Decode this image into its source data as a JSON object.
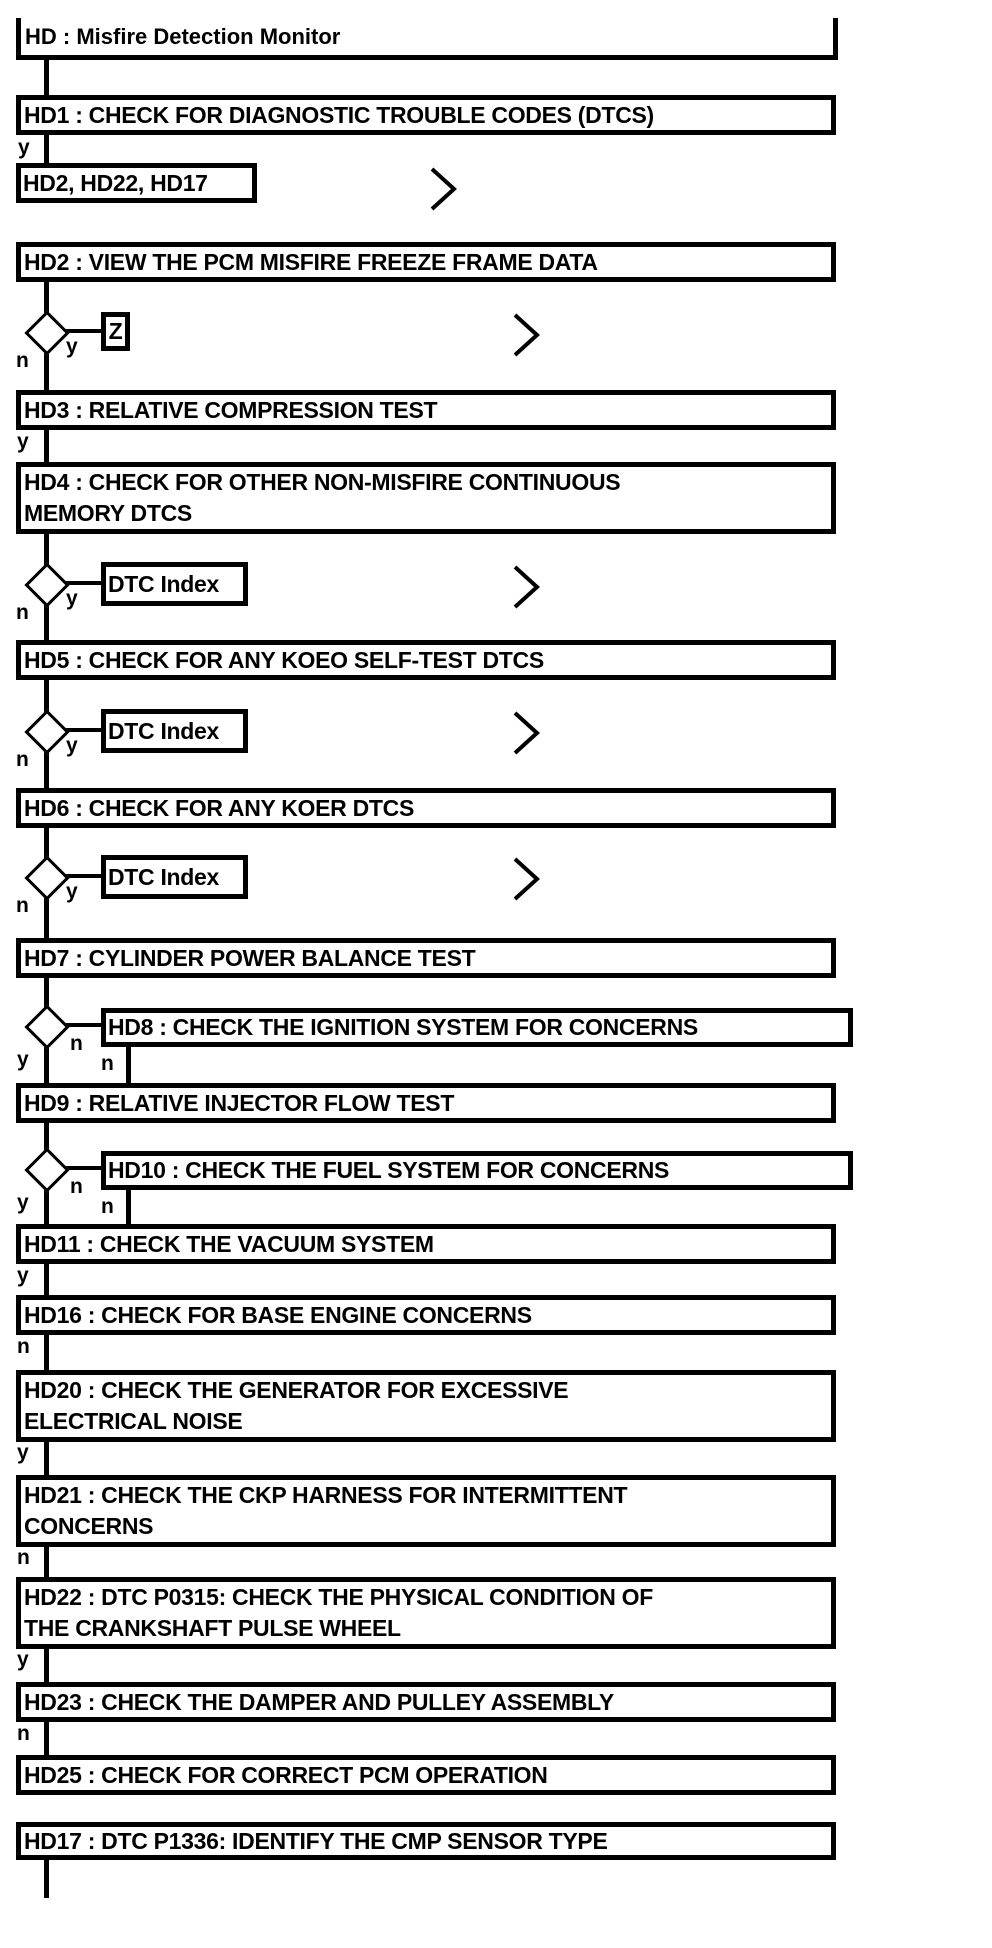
{
  "flowchart": {
    "title": "HD : Misfire Detection Monitor",
    "labels": {
      "yes": "y",
      "no": "n"
    },
    "links": {
      "jump": "HD2, HD22, HD17",
      "zoom": "Z",
      "dtc_index": "DTC Index"
    },
    "steps": {
      "hd1": "HD1 : CHECK FOR DIAGNOSTIC TROUBLE CODES (DTCS)",
      "hd2": "HD2 : VIEW THE PCM MISFIRE FREEZE FRAME DATA",
      "hd3": "HD3 : RELATIVE COMPRESSION TEST",
      "hd4": "HD4 : CHECK FOR OTHER NON-MISFIRE CONTINUOUS\nMEMORY DTCS",
      "hd5": "HD5 : CHECK FOR ANY KOEO SELF-TEST DTCS",
      "hd6": "HD6 : CHECK FOR ANY KOER DTCS",
      "hd7": "HD7 : CYLINDER POWER BALANCE TEST",
      "hd8": "HD8 : CHECK THE IGNITION SYSTEM FOR CONCERNS",
      "hd9": "HD9 : RELATIVE INJECTOR FLOW TEST",
      "hd10": "HD10 : CHECK THE FUEL SYSTEM FOR CONCERNS",
      "hd11": "HD11 : CHECK THE VACUUM SYSTEM",
      "hd16": "HD16 : CHECK FOR BASE ENGINE CONCERNS",
      "hd20": "HD20 : CHECK THE GENERATOR FOR EXCESSIVE\nELECTRICAL NOISE",
      "hd21": "HD21 : CHECK THE CKP HARNESS FOR INTERMITTENT\nCONCERNS",
      "hd22": "HD22 : DTC P0315: CHECK THE PHYSICAL CONDITION OF\nTHE CRANKSHAFT PULSE WHEEL",
      "hd23": "HD23 : CHECK THE DAMPER AND PULLEY ASSEMBLY",
      "hd25": "HD25 : CHECK FOR CORRECT PCM OPERATION",
      "hd17": "HD17 : DTC P1336: IDENTIFY THE CMP SENSOR TYPE"
    },
    "colors": {
      "line": "#000000",
      "background": "#ffffff"
    }
  }
}
